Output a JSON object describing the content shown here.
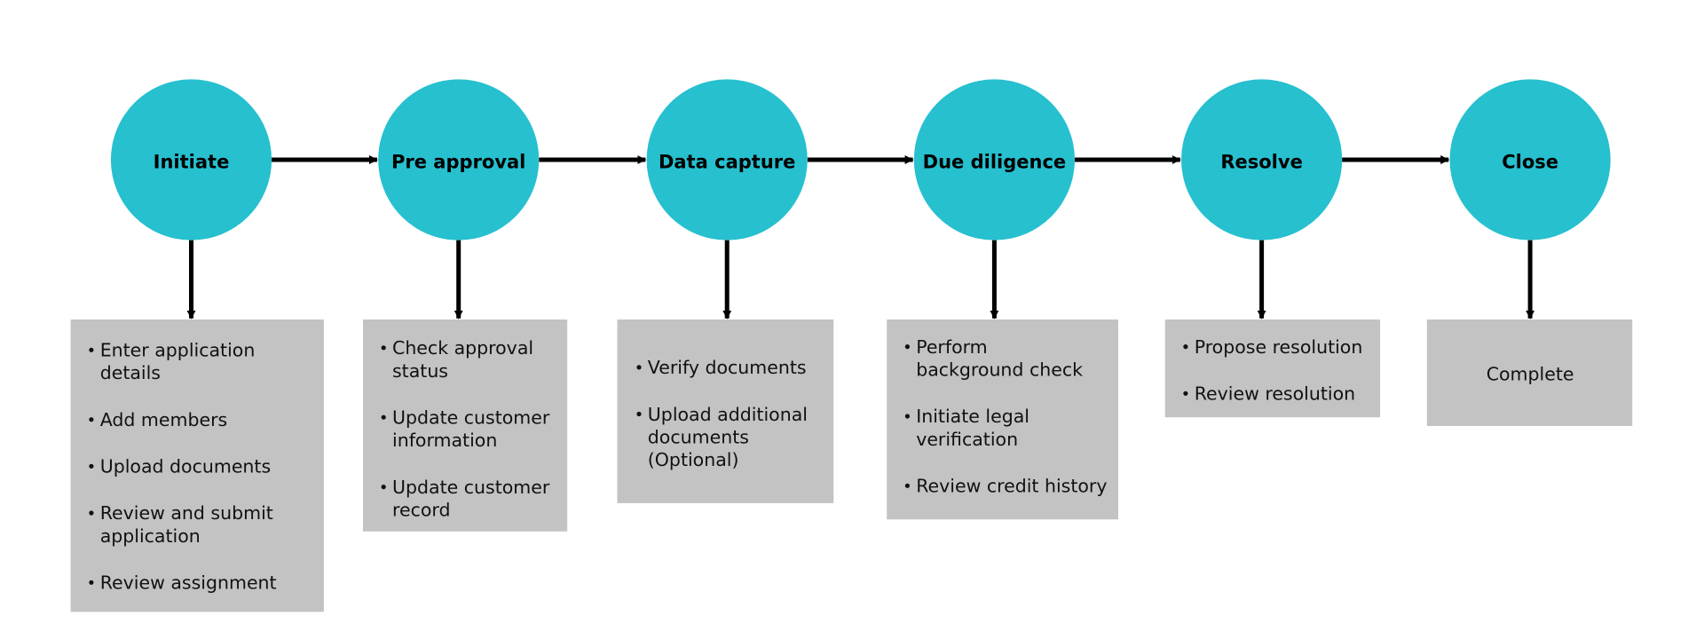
{
  "colors": {
    "stage_fill": "#26C0CF",
    "box_fill": "#C3C3C3",
    "arrow": "#000000",
    "background": "#FFFFFF"
  },
  "stages": [
    {
      "title": "Initiate",
      "bullets": true,
      "items": [
        [
          "Enter application",
          "details"
        ],
        [
          "Add members"
        ],
        [
          "Upload documents"
        ],
        [
          "Review and submit",
          "application"
        ],
        [
          "Review assignment"
        ]
      ]
    },
    {
      "title": "Pre approval",
      "bullets": true,
      "items": [
        [
          "Check approval",
          "status"
        ],
        [
          "Update customer",
          "information"
        ],
        [
          "Update customer",
          "record"
        ]
      ]
    },
    {
      "title": "Data capture",
      "bullets": true,
      "items": [
        [
          "Verify documents"
        ],
        [
          "Upload additional",
          "documents",
          "(Optional)"
        ]
      ]
    },
    {
      "title": "Due diligence",
      "bullets": true,
      "items": [
        [
          "Perform",
          "background check"
        ],
        [
          "Initiate legal",
          "verification"
        ],
        [
          "Review credit history"
        ]
      ]
    },
    {
      "title": "Resolve",
      "bullets": true,
      "items": [
        [
          "Propose resolution"
        ],
        [
          "Review resolution"
        ]
      ]
    },
    {
      "title": "Close",
      "bullets": false,
      "items": [
        [
          "Complete"
        ]
      ]
    }
  ]
}
